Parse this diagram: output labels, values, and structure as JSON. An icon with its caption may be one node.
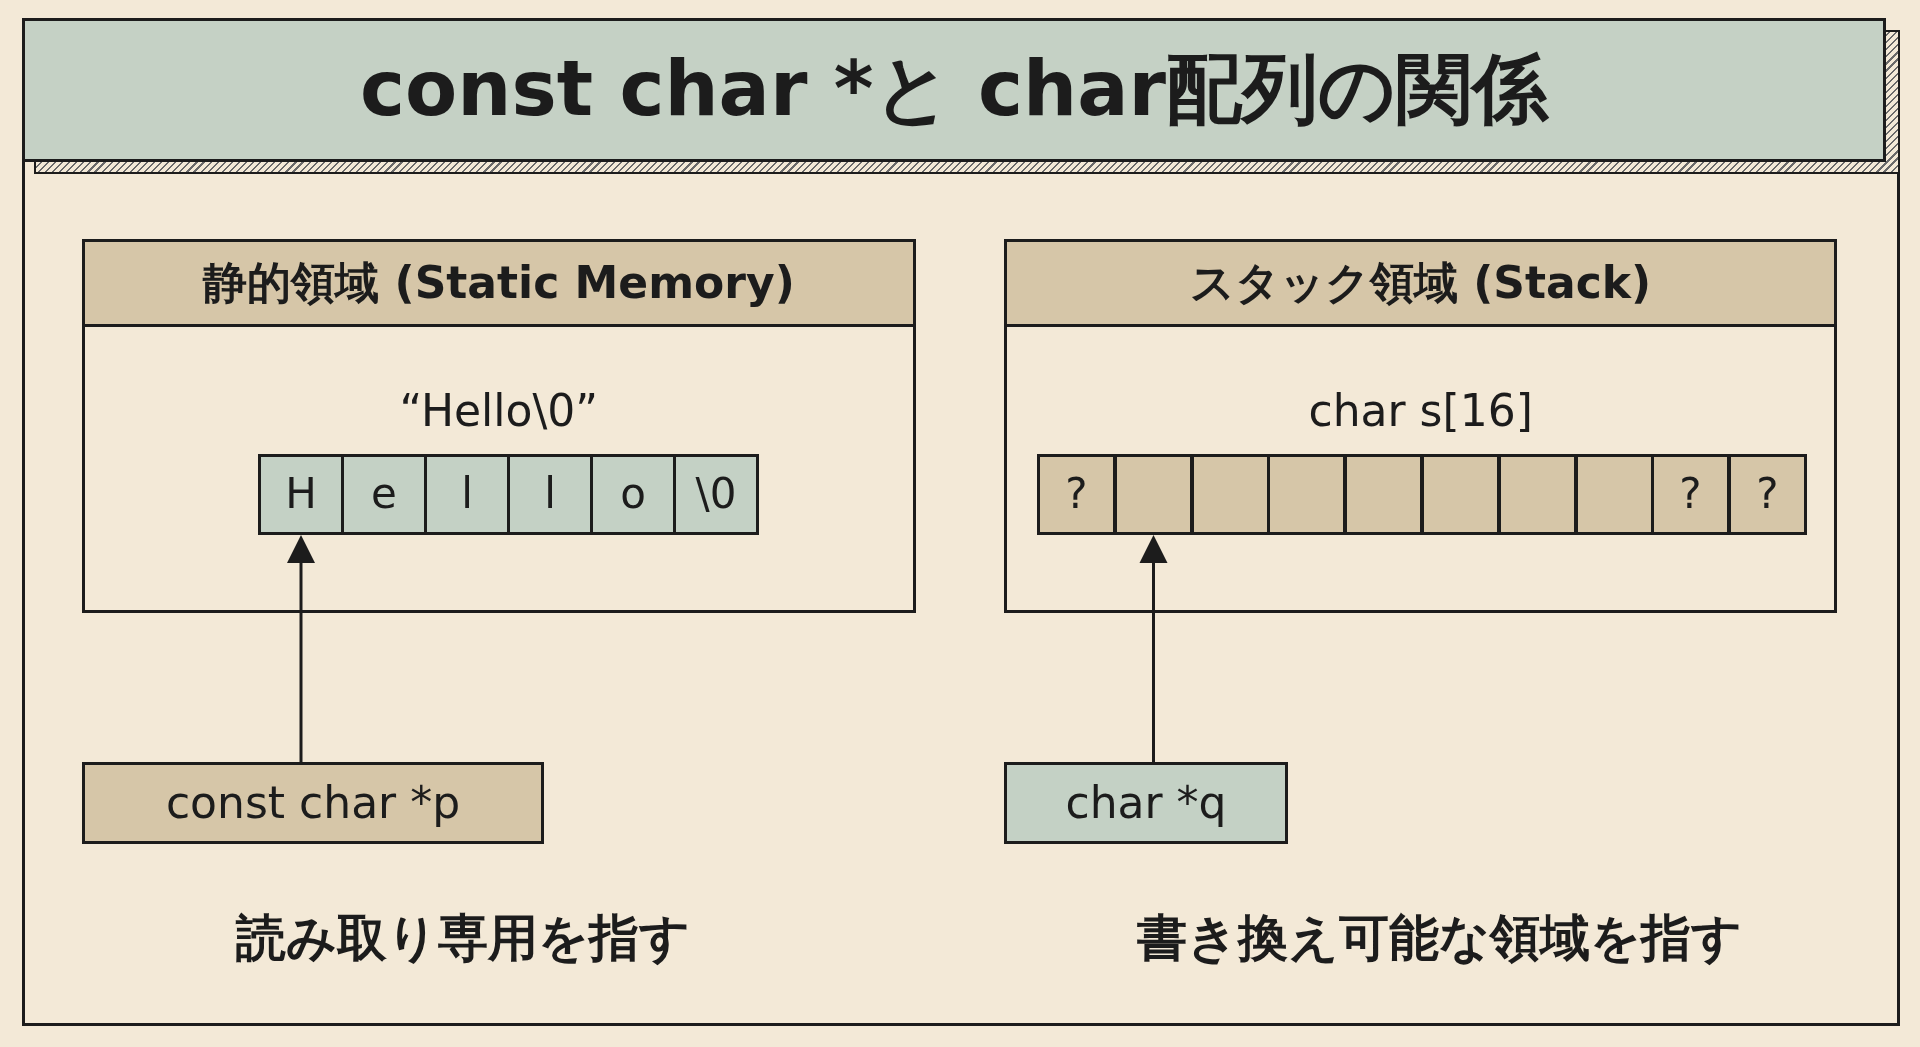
{
  "diagram": {
    "title": "const char *と char配列の関係",
    "nodes": [
      {
        "text": [
          "静的領域 (Static Memory)",
          "“Hello\\0”"
        ]
      },
      {
        "text": [
          "H"
        ],
        "in": 0
      },
      {
        "text": [
          "e"
        ],
        "in": 0
      },
      {
        "text": [
          "l"
        ],
        "in": 0
      },
      {
        "text": [
          "l"
        ],
        "in": 0
      },
      {
        "text": [
          "o"
        ],
        "in": 0
      },
      {
        "text": [
          "\\0"
        ],
        "in": 0
      },
      {
        "text": [
          "スタック領域 (Stack)",
          "char s[16]"
        ]
      },
      {
        "text": [
          "?"
        ],
        "in": 7
      },
      {
        "text": [],
        "shape": "box",
        "in": 7
      },
      {
        "text": [],
        "shape": "box",
        "in": 7
      },
      {
        "text": [],
        "shape": "box",
        "in": 7
      },
      {
        "text": [],
        "shape": "box",
        "in": 7
      },
      {
        "text": [],
        "shape": "box",
        "in": 7
      },
      {
        "text": [],
        "shape": "box",
        "in": 7
      },
      {
        "text": [],
        "shape": "box",
        "in": 7
      },
      {
        "text": [
          "?"
        ],
        "in": 7
      },
      {
        "text": [
          "?"
        ],
        "in": 7
      },
      {
        "text": [
          "const char *p"
        ],
        "beside": [
          "読み取り専用を指す"
        ]
      },
      {
        "text": [
          "char *q"
        ],
        "beside": [
          "書き換え可能な領域を指す"
        ]
      }
    ],
    "edges": [
      {
        "from": 18,
        "to": 1,
        "arrow": "to"
      },
      {
        "from": 19,
        "to": 9,
        "arrow": "to"
      }
    ]
  }
}
